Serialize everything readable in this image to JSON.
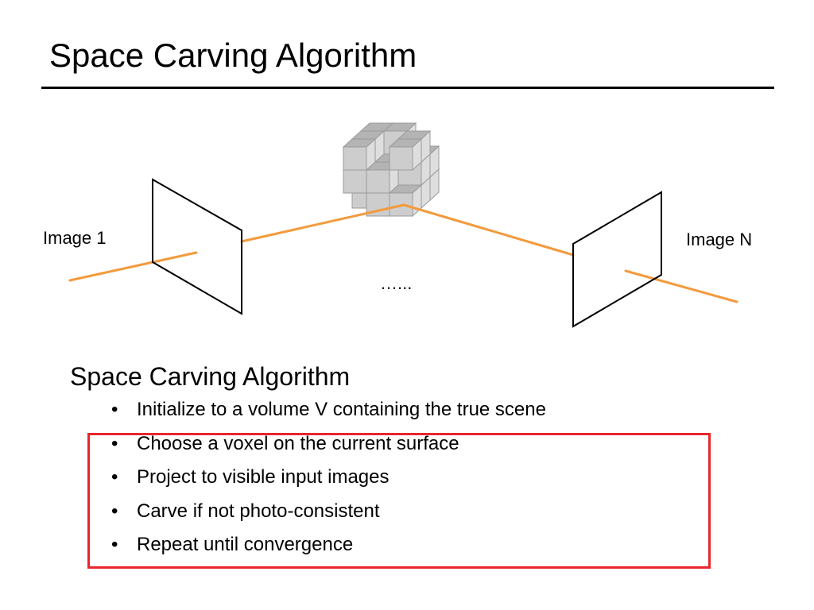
{
  "slide": {
    "title": "Space Carving Algorithm"
  },
  "diagram": {
    "image_left_label": "Image 1",
    "image_right_label": "Image N",
    "ellipsis_label": "…...",
    "ray_color": "#f39a3c",
    "frame_color": "#000000",
    "voxel_colors": {
      "top": "#b4b4b4",
      "left": "#cdcdcd",
      "right": "#dedede",
      "edge": "#9a9a9a"
    }
  },
  "content": {
    "heading": "Space Carving Algorithm",
    "bullet_symbol": "•",
    "bullets": [
      "Initialize to a volume V containing the true scene",
      "Choose a voxel on the current surface",
      "Project to visible input images",
      "Carve if not photo-consistent",
      "Repeat until convergence"
    ],
    "highlight_color": "#e8262c"
  }
}
